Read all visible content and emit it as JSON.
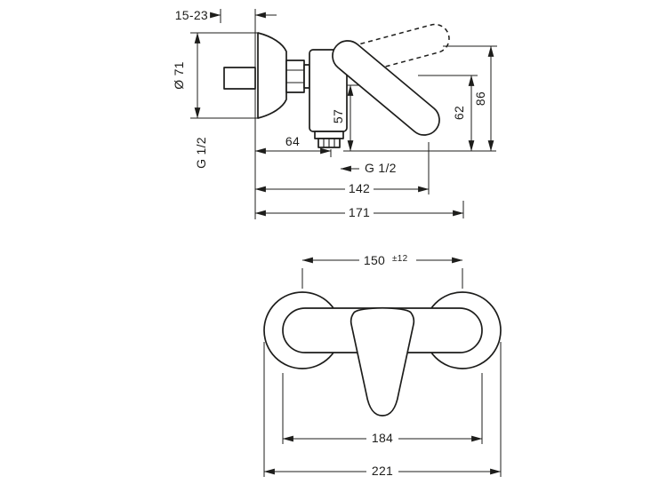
{
  "colors": {
    "line": "#1d1d1b",
    "background": "#ffffff"
  },
  "side_view": {
    "mounting_depth_range": "15-23",
    "escutcheon_diameter": "Ø 71",
    "supply_thread": "G 1/2",
    "spout_offset": "64",
    "spout_height": "57",
    "outlet_thread": "G 1/2",
    "depth_to_handle": "142",
    "depth_total": "171",
    "handle_height_closed": "62",
    "handle_height_open": "86"
  },
  "front_view": {
    "hole_spacing": "150",
    "hole_spacing_tolerance": "±12",
    "body_width": "184",
    "overall_width": "221"
  }
}
